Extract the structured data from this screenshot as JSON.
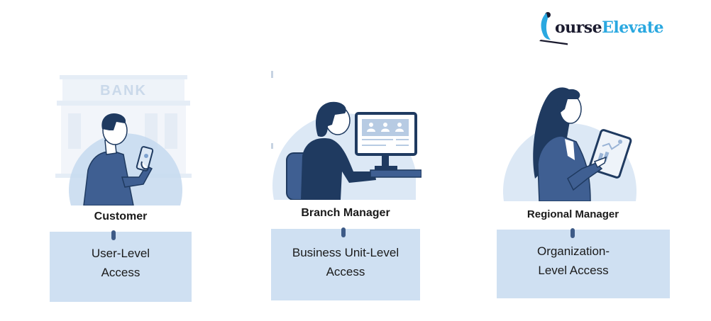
{
  "logo": {
    "text_part1": "ourse",
    "text_part2": "Elevate",
    "initial": "C",
    "colors": {
      "dark": "#1b1b2f",
      "accent": "#2aa8e0"
    }
  },
  "colors": {
    "circle_bg": "#dce8f5",
    "figure_navy": "#1f3a60",
    "figure_blue": "#3f5f92",
    "box_bg": "#cfe0f2",
    "connector": "#3d5a86"
  },
  "roles": [
    {
      "id": "customer",
      "label": "Customer",
      "illustration": "customer-with-phone-at-bank",
      "backdrop_text": "BANK",
      "access_line1": "User-Level",
      "access_line2": "Access"
    },
    {
      "id": "branch-manager",
      "label": "Branch Manager",
      "illustration": "manager-at-desktop-computer",
      "access_line1": "Business Unit-Level",
      "access_line2": "Access"
    },
    {
      "id": "regional-manager",
      "label": "Regional Manager",
      "illustration": "manager-with-tablet-analytics",
      "access_line1": "Organization-",
      "access_line2": "Level Access"
    }
  ]
}
